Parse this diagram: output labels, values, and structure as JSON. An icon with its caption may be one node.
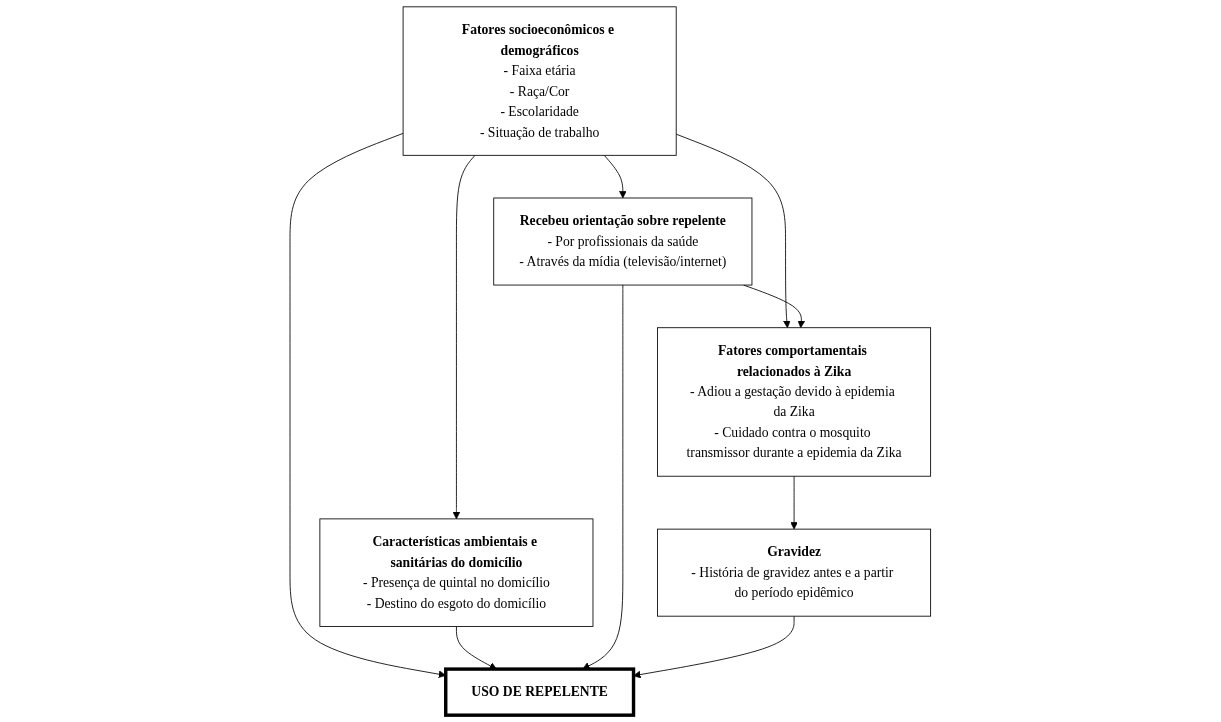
{
  "diagram": {
    "nodes": [
      {
        "text": [
          "Fatores socioeconômicos e demográficos",
          "- Faixa etária",
          "- Raça/Cor",
          "- Escolaridade",
          "- Situação de trabalho"
        ]
      },
      {
        "text": [
          "Características ambientais e sanitárias do domicílio",
          "- Presença de quintal no domicílio",
          "- Destino do esgoto do domicílio"
        ]
      },
      {
        "text": [
          "Recebeu orientação sobre repelente",
          "- Por profissionais da saúde",
          "- Através da mídia (televisão/internet)"
        ]
      },
      {
        "text": [
          "Fatores comportamentais relacionados à Zika",
          "- Adiou a gestação devido à epidemia da Zika",
          "- Cuidado contra o mosquito transmissor durante a epidemia da Zika"
        ]
      },
      {
        "text": [
          "Gravidez",
          "- História de gravidez antes e a partir do período epidêmico"
        ]
      },
      {
        "text": [
          "USO DE REPELENTE"
        ]
      }
    ],
    "edges": [
      {
        "from": 0,
        "to": 1,
        "arrow": "to"
      },
      {
        "from": 0,
        "to": 2,
        "arrow": "to"
      },
      {
        "from": 0,
        "to": 3,
        "arrow": "to"
      },
      {
        "from": 0,
        "to": 5,
        "arrow": "to"
      },
      {
        "from": 2,
        "to": 3,
        "arrow": "to"
      },
      {
        "from": 3,
        "to": 4,
        "arrow": "to"
      },
      {
        "from": 1,
        "to": 5,
        "arrow": "to"
      },
      {
        "from": 2,
        "to": 5,
        "arrow": "to"
      },
      {
        "from": 4,
        "to": 5,
        "arrow": "to"
      }
    ]
  }
}
